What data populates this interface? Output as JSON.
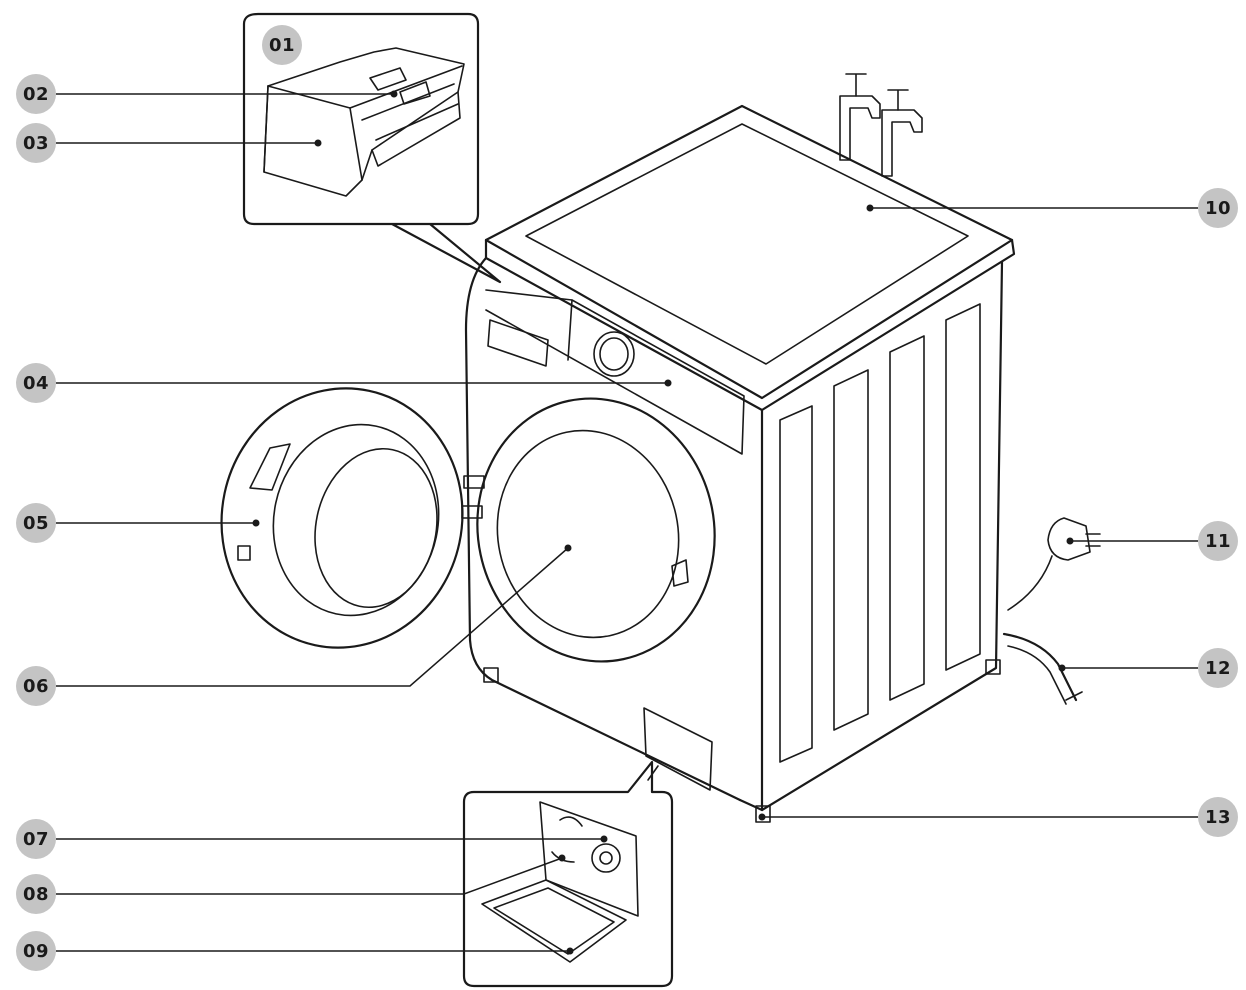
{
  "diagram": {
    "callouts": [
      {
        "id": "01",
        "label": "01"
      },
      {
        "id": "02",
        "label": "02"
      },
      {
        "id": "03",
        "label": "03"
      },
      {
        "id": "04",
        "label": "04"
      },
      {
        "id": "05",
        "label": "05"
      },
      {
        "id": "06",
        "label": "06"
      },
      {
        "id": "07",
        "label": "07"
      },
      {
        "id": "08",
        "label": "08"
      },
      {
        "id": "09",
        "label": "09"
      },
      {
        "id": "10",
        "label": "10"
      },
      {
        "id": "11",
        "label": "11"
      },
      {
        "id": "12",
        "label": "12"
      },
      {
        "id": "13",
        "label": "13"
      }
    ],
    "colors": {
      "badge": "#c4c4c4",
      "line": "#1a1a1a",
      "background": "#ffffff"
    }
  }
}
